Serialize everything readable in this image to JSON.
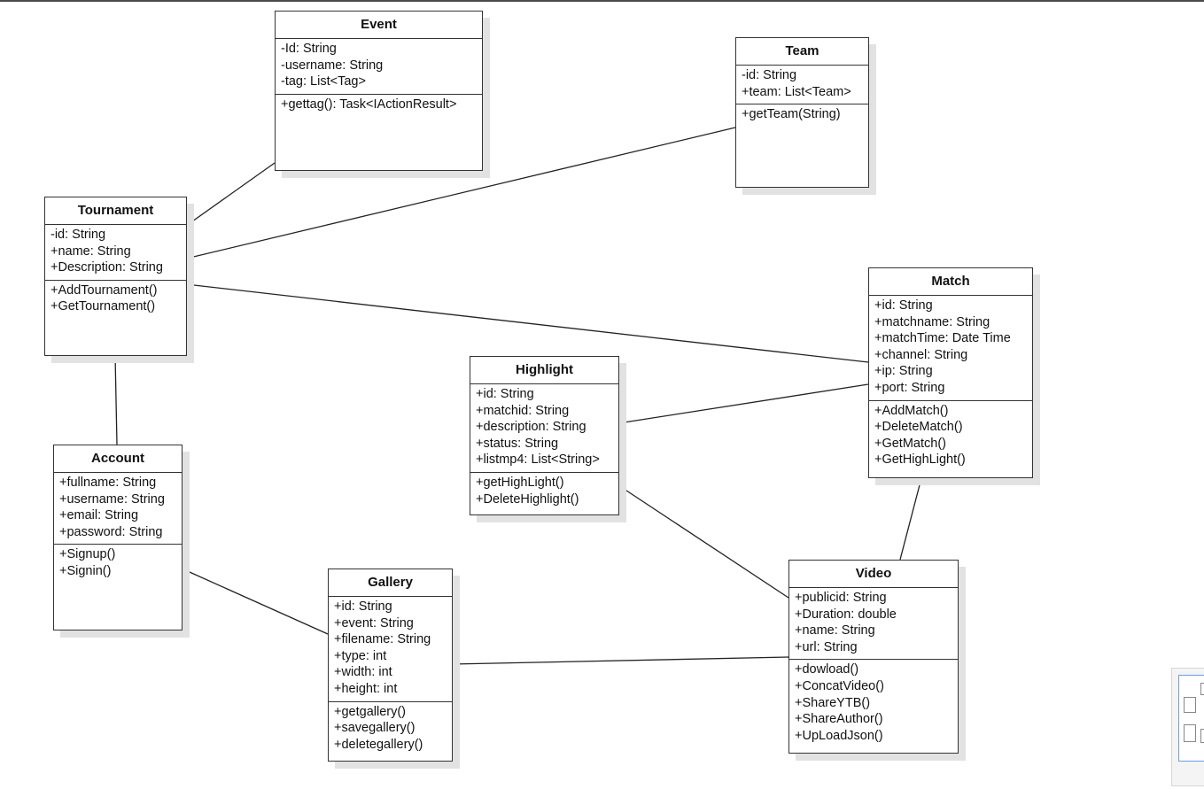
{
  "classes": [
    {
      "key": "event",
      "name": "Event",
      "attributes": [
        "-Id: String",
        "-username: String",
        "-tag: List<Tag>"
      ],
      "methods": [
        "+gettag(): Task<IActionResult>"
      ]
    },
    {
      "key": "team",
      "name": "Team",
      "attributes": [
        "-id: String",
        "+team: List<Team>"
      ],
      "methods": [
        "+getTeam(String)"
      ]
    },
    {
      "key": "tournament",
      "name": "Tournament",
      "attributes": [
        "-id: String",
        "+name: String",
        "+Description: String"
      ],
      "methods": [
        "+AddTournament()",
        "+GetTournament()"
      ]
    },
    {
      "key": "match",
      "name": "Match",
      "attributes": [
        "+id: String",
        "+matchname: String",
        "+matchTime: Date Time",
        "+channel: String",
        "+ip: String",
        "+port: String"
      ],
      "methods": [
        "+AddMatch()",
        "+DeleteMatch()",
        "+GetMatch()",
        "+GetHighLight()"
      ]
    },
    {
      "key": "highlight",
      "name": "Highlight",
      "attributes": [
        "+id: String",
        "+matchid: String",
        "+description: String",
        "+status: String",
        "+listmp4: List<String>"
      ],
      "methods": [
        "+getHighLight()",
        "+DeleteHighlight()"
      ]
    },
    {
      "key": "account",
      "name": "Account",
      "attributes": [
        "+fullname: String",
        "+username: String",
        "+email: String",
        "+password: String"
      ],
      "methods": [
        "+Signup()",
        "+Signin()"
      ]
    },
    {
      "key": "gallery",
      "name": "Gallery",
      "attributes": [
        "+id: String",
        "+event: String",
        "+filename: String",
        "+type: int",
        "+width: int",
        "+height: int"
      ],
      "methods": [
        "+getgallery()",
        "+savegallery()",
        "+deletegallery()"
      ]
    },
    {
      "key": "video",
      "name": "Video",
      "attributes": [
        "+publicid: String",
        "+Duration: double",
        "+name: String",
        "+url: String"
      ],
      "methods": [
        "+dowload()",
        "+ConcatVideo()",
        "+ShareYTB()",
        "+ShareAuthor()",
        "+UpLoadJson()"
      ]
    }
  ],
  "associations": [
    {
      "from": "tournament",
      "to": "event"
    },
    {
      "from": "tournament",
      "to": "team"
    },
    {
      "from": "tournament",
      "to": "match"
    },
    {
      "from": "tournament",
      "to": "account"
    },
    {
      "from": "highlight",
      "to": "match"
    },
    {
      "from": "highlight",
      "to": "video"
    },
    {
      "from": "match",
      "to": "video"
    },
    {
      "from": "account",
      "to": "gallery"
    },
    {
      "from": "gallery",
      "to": "video"
    }
  ],
  "colors": {
    "line": "#222222",
    "border": "#333333",
    "shadow": "#e2e2e2",
    "background": "#ffffff"
  }
}
